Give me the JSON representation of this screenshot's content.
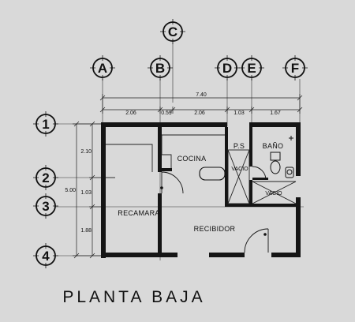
{
  "title": "PLANTA BAJA",
  "axes": {
    "columns": [
      "A",
      "B",
      "C",
      "D",
      "E",
      "F"
    ],
    "rows": [
      "1",
      "2",
      "3",
      "4"
    ]
  },
  "dimensions": {
    "horizontal_total": "7.40",
    "horizontal": [
      "2.06",
      "0.59",
      "2.06",
      "1.03",
      "1.67"
    ],
    "vertical_total": "5.00",
    "vertical": [
      "2.10",
      "1.03",
      "1.88"
    ]
  },
  "rooms": {
    "recamara": "RECAMARA",
    "cocina": "COCINA",
    "recibidor": "RECIBIDOR",
    "ps": "P.S",
    "bano": "BAÑO"
  },
  "notes": {
    "vacio_1": "VACIO",
    "vacio_2": "VACIO"
  },
  "colors": {
    "background": "#d9d9d9",
    "ink": "#111111"
  }
}
